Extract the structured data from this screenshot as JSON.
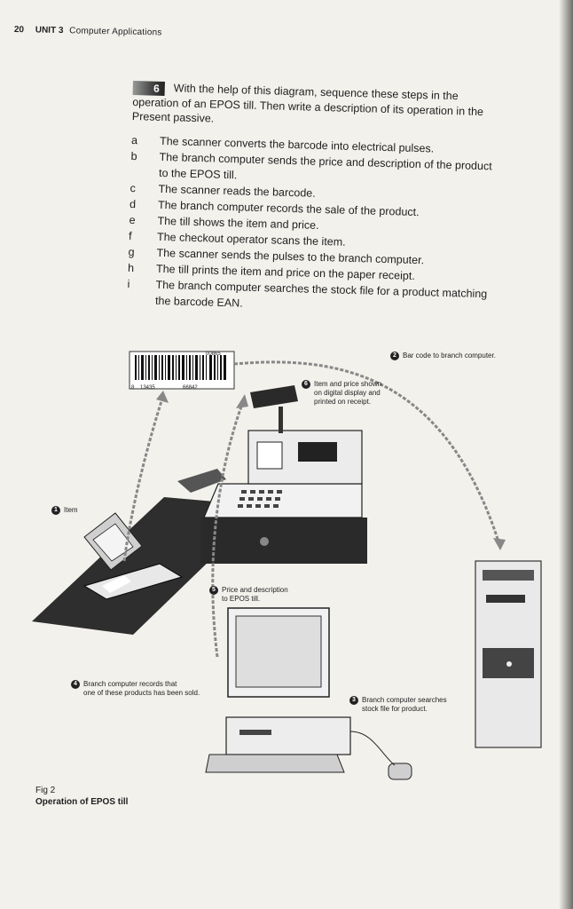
{
  "header": {
    "page_number": "20",
    "unit": "UNIT 3",
    "title": "Computer Applications"
  },
  "exercise": {
    "number": "6",
    "instruction": "With the help of this diagram, sequence these steps in the operation of an EPOS till. Then write a description of its operation in the Present passive.",
    "steps": [
      {
        "letter": "a",
        "text": "The scanner converts the barcode into electrical pulses."
      },
      {
        "letter": "b",
        "text": "The branch computer sends the price and description of the product to the EPOS till."
      },
      {
        "letter": "c",
        "text": "The scanner reads the barcode."
      },
      {
        "letter": "d",
        "text": "The branch computer records the sale of the product."
      },
      {
        "letter": "e",
        "text": "The till shows the item and price."
      },
      {
        "letter": "f",
        "text": "The checkout operator scans the item."
      },
      {
        "letter": "g",
        "text": "The scanner sends the pulses to the branch computer."
      },
      {
        "letter": "h",
        "text": "The till prints the item and price on the paper receipt."
      },
      {
        "letter": "i",
        "text": "The branch computer searches the stock file for a product matching the barcode EAN."
      }
    ]
  },
  "diagram": {
    "barcode": {
      "code_top": "00865",
      "digits_left": "8",
      "digits_mid": "13435",
      "digits_right": "66842"
    },
    "callouts": [
      {
        "num": "1",
        "line1": "Item",
        "line2": "",
        "line3": ""
      },
      {
        "num": "2",
        "line1": "Bar code to branch computer.",
        "line2": "",
        "line3": ""
      },
      {
        "num": "3",
        "line1": "Branch computer searches",
        "line2": "stock file for product.",
        "line3": ""
      },
      {
        "num": "4",
        "line1": "Branch computer records that",
        "line2": "one of these products has been sold.",
        "line3": ""
      },
      {
        "num": "5",
        "line1": "Price and description",
        "line2": "to EPOS till.",
        "line3": ""
      },
      {
        "num": "6",
        "line1": "Item and price shown",
        "line2": "on digital display and",
        "line3": "printed on receipt."
      }
    ]
  },
  "figure": {
    "label": "Fig 2",
    "title": "Operation of EPOS till"
  }
}
